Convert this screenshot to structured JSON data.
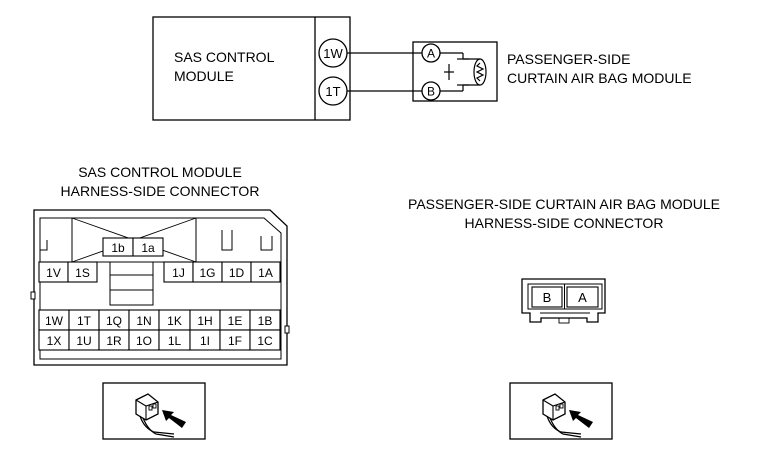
{
  "wiring": {
    "module_line1": "SAS CONTROL",
    "module_line2": "MODULE",
    "pin_top": "1W",
    "pin_bottom": "1T",
    "airbag_pin_a": "A",
    "airbag_pin_b": "B",
    "airbag_line1": "PASSENGER-SIDE",
    "airbag_line2": "CURTAIN AIR BAG MODULE"
  },
  "sas_connector": {
    "title_line1": "SAS CONTROL MODULE",
    "title_line2": "HARNESS-SIDE CONNECTOR",
    "top_pins": [
      "1b",
      "1a"
    ],
    "row1_left": [
      "1V",
      "1S"
    ],
    "row1_right": [
      "1J",
      "1G",
      "1D",
      "1A"
    ],
    "row2": [
      "1W",
      "1T",
      "1Q",
      "1N",
      "1K",
      "1H",
      "1E",
      "1B"
    ],
    "row3": [
      "1X",
      "1U",
      "1R",
      "1O",
      "1L",
      "1I",
      "1F",
      "1C"
    ]
  },
  "airbag_connector": {
    "title_line1": "PASSENGER-SIDE CURTAIN AIR BAG MODULE",
    "title_line2": "HARNESS-SIDE CONNECTOR",
    "pins": [
      "B",
      "A"
    ]
  },
  "icons": [
    "connector-view-icon",
    "connector-view-icon"
  ]
}
